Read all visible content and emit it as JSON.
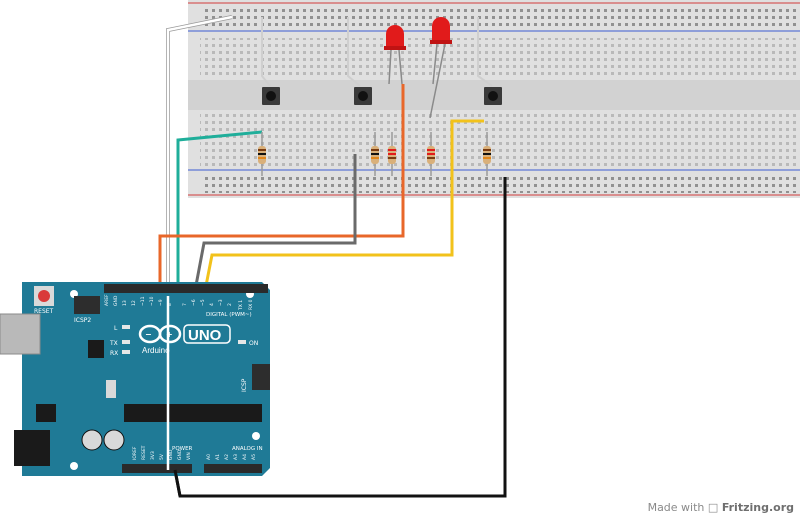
{
  "arduino": {
    "reset_label": "RESET",
    "icsp2_label": "ICSP2",
    "icsp_label": "ICSP",
    "led_l_label": "L",
    "tx_label": "TX",
    "rx_label": "RX",
    "logo_text": "UNO",
    "brand_text": "Arduino",
    "on_label": "ON",
    "digital_label": "DIGITAL (PWM~)",
    "power_label": "POWER",
    "analog_label": "ANALOG IN",
    "aref_label": "AREF",
    "gnd_label": "GND",
    "pin_13": "13",
    "pin_12": "12",
    "pin_11": "~11",
    "pin_10": "~10",
    "pin_9": "~9",
    "pin_8": "8",
    "pin_7": "7",
    "pin_6": "~6",
    "pin_5": "~5",
    "pin_4": "4",
    "pin_3": "~3",
    "pin_2": "2",
    "pin_tx": "TX 1",
    "pin_rx": "RX 0",
    "ioref": "IOREF",
    "reset_pin": "RESET",
    "pin_3v3": "3V3",
    "pin_5v": "5V",
    "pin_gnd1": "GND",
    "pin_gnd2": "GND",
    "pin_vin": "VIN",
    "a0": "A0",
    "a1": "A1",
    "a2": "A2",
    "a3": "A3",
    "a4": "A4",
    "a5": "A5"
  },
  "footer": {
    "made_with": "Made with",
    "brand": "Fritzing.org"
  },
  "colors": {
    "board": "#1f7a96",
    "breadboard": "#dcdcdc",
    "rail_red": "#d23b3b",
    "rail_blue": "#3b5bd2",
    "wire_white": "#ffffff",
    "wire_teal": "#1fae9a",
    "wire_orange": "#e8672a",
    "wire_gray": "#6a6a6a",
    "wire_yellow": "#f2c21b",
    "wire_black": "#111111",
    "led_red": "#e11b1b"
  }
}
